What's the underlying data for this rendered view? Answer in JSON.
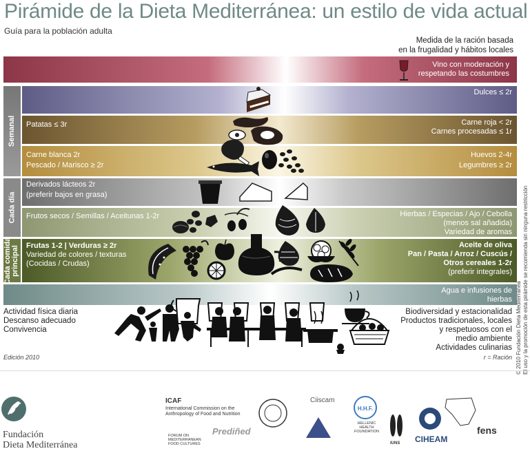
{
  "header": {
    "title": "Pirámide de la Dieta Mediterránea: un estilo de vida actual",
    "subtitle": "Guía para la población adulta",
    "ration_note_line1": "Medida de la ración basada",
    "ration_note_line2": "en la frugalidad y hábitos locales"
  },
  "side_labels": {
    "weekly": "Semanal",
    "daily": "Cada día",
    "each_meal_1": "Cada comida",
    "each_meal_2": "principal"
  },
  "bands": {
    "wine_1": "Vino con moderación y",
    "wine_2": "respetando las costumbres",
    "sweets": "Dulces ≤ 2r",
    "potatoes": "Patatas ≤ 3r",
    "red_meat": "Carne roja < 2r",
    "processed_meat": "Carnes procesadas ≤ 1r",
    "white_meat": "Carne blanca 2r",
    "fish": "Pescado / Marisco ≥ 2r",
    "eggs": "Huevos 2-4r",
    "legumes": "Legumbres ≥ 2r",
    "dairy_1": "Derivados lácteos 2r",
    "dairy_2": "(preferir bajos en grasa)",
    "nuts": "Frutos secos / Semillas / Aceitunas 1-2r",
    "herbs_1": "Hierbas / Especias / Ajo / Cebolla",
    "herbs_2": "(menos sal añadida)",
    "herbs_3": "Variedad de aromas",
    "fruits_1": "Frutas 1-2 | Verduras ≥ 2r",
    "fruits_2": "Variedad de colores / texturas",
    "fruits_3": "(Cocidas / Crudas)",
    "oil_1": "Aceite de oliva",
    "oil_2": "Pan / Pasta / Arroz / Cuscús /",
    "oil_3": "Otros cereales 1-2r",
    "oil_4": "(preferir integrales)",
    "water_1": "Agua e infusiones de",
    "water_2": "hierbas"
  },
  "bottom": {
    "left_1": "Actividad física diaria",
    "left_2": "Descanso adecuado",
    "left_3": "Convivencia",
    "right_1": "Biodiversidad y estacionalidad",
    "right_2": "Productos tradicionales, locales",
    "right_3": "y respetuosos con el",
    "right_4": "medio ambiente",
    "right_5": "Actividades culinarias",
    "edition": "Edición 2010",
    "r_note": "r = Ración"
  },
  "copyright_1": "© 2010 Fundación Dieta Mediterránea",
  "copyright_2": "El uso y la promoción de esta pirámide se recomienda sin ninguna restricción",
  "footer": {
    "fdm_1": "Fundación",
    "fdm_2": "Dieta Mediterránea",
    "icaf": "ICAF",
    "icaf_1": "International Commission on the",
    "icaf_2": "Anthropology of Food and Nutrition",
    "forum_1": "FORUM ON",
    "forum_2": "MEDITERRANEAN",
    "forum_3": "FOOD CULTURES",
    "prediet": "Prediñed",
    "ciiscam": "Ciiscam",
    "hhf_1": "HELLENIC",
    "hhf_2": "HEALTH",
    "hhf_3": "FOUNDATION",
    "iuns": "IUNS",
    "ciheam": "CIHEAM",
    "fens": "fens"
  },
  "colors": {
    "title": "#6f8a86",
    "wine_band": "#8c3647",
    "sweets_band": "#5e5c86",
    "potato_band": "#6b5530",
    "meat_band": "#b48d3e",
    "dairy_band": "#6e6e6e",
    "nuts_band": "#8e9771",
    "fruit_band": "#4c5a27",
    "water_band": "#6f8a88"
  },
  "icons": [
    "wine-glass-icon",
    "cake-icon",
    "sausage-icon",
    "meat-icon",
    "chicken-leg-icon",
    "egg-icon",
    "beans-icon",
    "fish-icon",
    "yogurt-icon",
    "cheese-icon",
    "nuts-icon",
    "olive-icon",
    "onion-icon",
    "garlic-icon",
    "watermelon-icon",
    "grapes-icon",
    "apple-icon",
    "orange-icon",
    "oil-jar-icon",
    "artichoke-icon",
    "cauliflower-icon",
    "wheat-icon",
    "bread-icon",
    "water-glass-icon",
    "tea-cup-icon",
    "exercise-people-icon",
    "dining-people-icon",
    "cooking-pot-icon",
    "basket-icon"
  ]
}
